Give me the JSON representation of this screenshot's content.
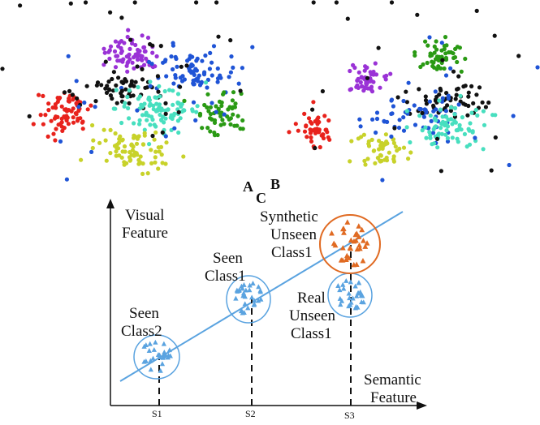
{
  "panel_labels": {
    "a": "A",
    "b": "B",
    "c": "C"
  },
  "axes": {
    "y_label_line1": "Visual",
    "y_label_line2": "Feature",
    "x_label_line1": "Semantic",
    "x_label_line2": "Feature",
    "ticks": [
      "S1",
      "S2",
      "S3"
    ]
  },
  "groups": {
    "seen_class2": {
      "line1": "Seen",
      "line2": "Class2"
    },
    "seen_class1": {
      "line1": "Seen",
      "line2": "Class1"
    },
    "real_unseen": {
      "line1": "Real",
      "line2": "Unseen",
      "line3": "Class1"
    },
    "synthetic_unseen": {
      "line1": "Synthetic",
      "line2": "Unseen",
      "line3": "Class1"
    }
  },
  "colors": {
    "red": "#e8221c",
    "purple": "#9a32d6",
    "blue": "#1f54d6",
    "black": "#111111",
    "cyan": "#48dfbf",
    "green": "#2a9a14",
    "olive": "#c8d22a",
    "triangle_blue": "#5aa3e0",
    "triangle_orange": "#e06a22",
    "regression_line": "#5aa3e0"
  }
}
